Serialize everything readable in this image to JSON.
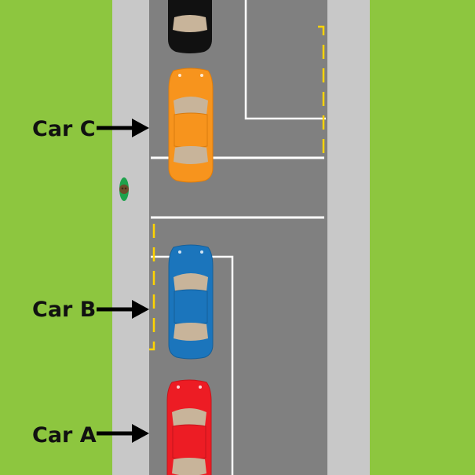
{
  "labels": {
    "car_c": "Car C",
    "car_b": "Car B",
    "car_a": "Car A"
  },
  "cars": [
    {
      "id": "top",
      "color": "#111111",
      "roof": "#c8b49a"
    },
    {
      "id": "car-c",
      "color": "#f7941d",
      "roof": "#c8b49a"
    },
    {
      "id": "car-b",
      "color": "#1b75bc",
      "roof": "#c8b49a"
    },
    {
      "id": "car-a",
      "color": "#ed1c24",
      "roof": "#c8b49a"
    }
  ],
  "colors": {
    "grass": "#8dc63f",
    "sidewalk": "#c8c8c8",
    "road": "#808080",
    "lane_marking": "#ffffff",
    "yellow_marking": "#ffd400",
    "arrow": "#000000"
  },
  "icons": [
    "pedestrian-icon",
    "arrow-right-icon"
  ]
}
